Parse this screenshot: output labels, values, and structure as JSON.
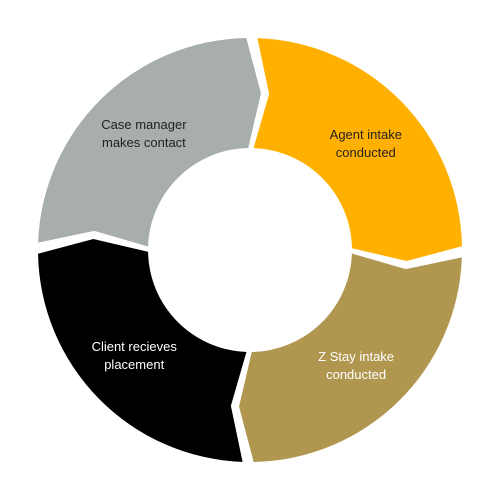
{
  "diagram": {
    "type": "cycle",
    "steps": [
      {
        "label_lines": [
          "Agent intake",
          "conducted"
        ],
        "color": "#ffb000",
        "text_color": "#222222"
      },
      {
        "label_lines": [
          "Z Stay  intake",
          "conducted"
        ],
        "color": "#b0964f",
        "text_color": "#ffffff"
      },
      {
        "label_lines": [
          "Client recieves",
          "placement"
        ],
        "color": "#000000",
        "text_color": "#ffffff"
      },
      {
        "label_lines": [
          "Case manager",
          "makes contact"
        ],
        "color": "#a8aeaa",
        "text_color": "#222222"
      }
    ]
  }
}
